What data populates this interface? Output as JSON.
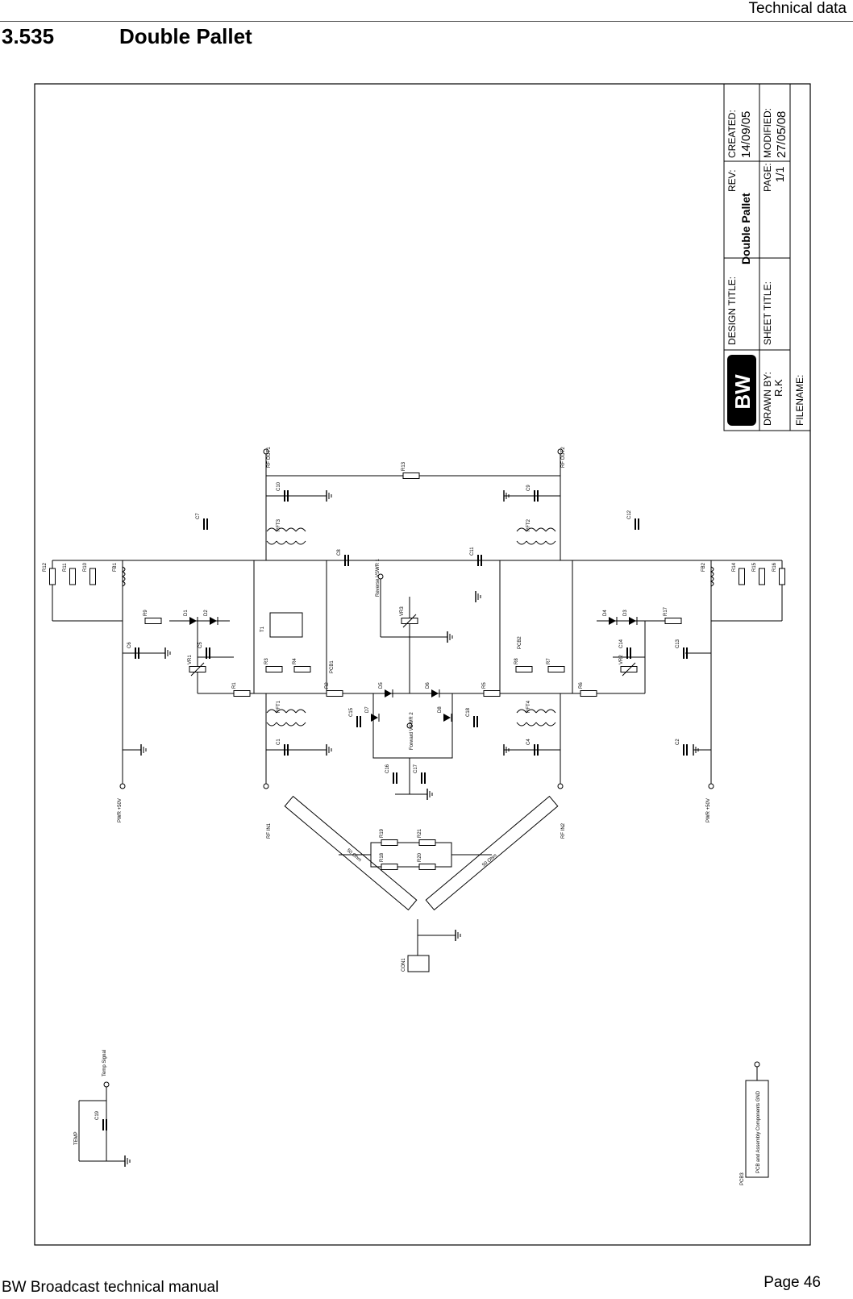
{
  "header": {
    "section": "Technical data"
  },
  "section": {
    "number": "3.535",
    "title": "Double Pallet"
  },
  "title_block": {
    "drawn_by_label": "DRAWN BY:",
    "drawn_by": "R.K",
    "filename_label": "FILENAME:",
    "design_title_label": "DESIGN TITLE:",
    "design_title": "Double Pallet",
    "sheet_title_label": "SHEET TITLE:",
    "rev_label": "REV:",
    "page_label": "PAGE:",
    "page": "1/1",
    "created_label": "CREATED:",
    "created": "14/09/05",
    "modified_label": "MODIFIED:",
    "modified": "27/05/08"
  },
  "schematic": {
    "nets": {
      "rf_out1": "RF OUT1",
      "rf_out2": "RF OUT2",
      "rf_in1": "RF IN1",
      "rf_in2": "RF IN2",
      "pwr1": "PWR +50V",
      "pwr2": "PWR +50V",
      "vswr1": "Reverse VSWR 1",
      "vswr2": "Forward VSWR 2",
      "temp": "Temp Signal"
    },
    "modules": {
      "pcb1": "PCB1",
      "pcb2": "PCB2",
      "pcb3": "PCB3",
      "temp": "TEMP",
      "cable1": "50 Ohm",
      "cable2": "50 Ohm",
      "conn": "CON1"
    },
    "pcb3_note": "PCB and Assembly Components GND",
    "labels": [
      "R12",
      "R11",
      "R10",
      "FB1",
      "R9",
      "D1",
      "D2",
      "C6",
      "C5",
      "VR1",
      "R1",
      "R3",
      "R4",
      "R2",
      "T1",
      "C1",
      "RFT1",
      "RFT3",
      "C8",
      "C7",
      "C10",
      "R13",
      "C9",
      "RFT2",
      "C11",
      "C12",
      "VR3",
      "D5",
      "D6",
      "D7",
      "D8",
      "C16",
      "C17",
      "C15",
      "C18",
      "R19",
      "R21",
      "R18",
      "R20",
      "R5",
      "R8",
      "R7",
      "R6",
      "C4",
      "RFT4",
      "VR2",
      "C14",
      "D4",
      "D3",
      "R17",
      "FB2",
      "R14",
      "R15",
      "R16",
      "C13",
      "C2",
      "C19"
    ]
  },
  "footer": {
    "left": "BW Broadcast technical manual",
    "right": "Page 46"
  }
}
